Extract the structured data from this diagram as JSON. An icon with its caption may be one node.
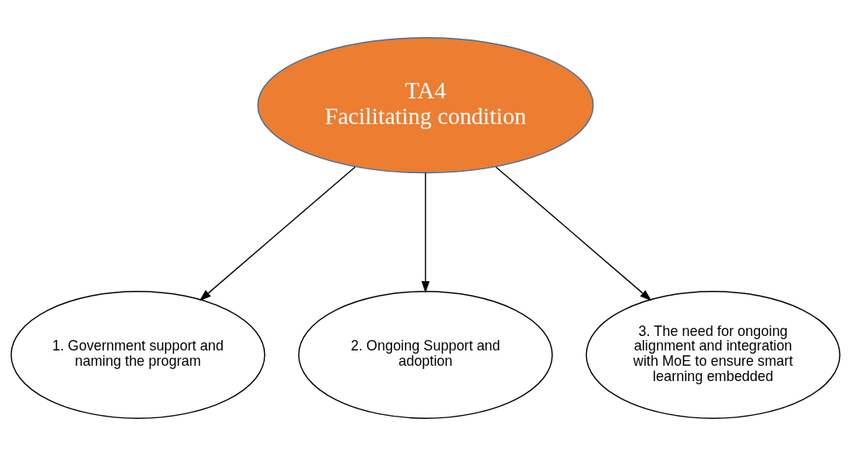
{
  "diagram": {
    "nodes": [
      {
        "text": [
          "TA4",
          "Facilitating condition"
        ]
      },
      {
        "text": [
          "1. Government support and naming the program"
        ]
      },
      {
        "text": [
          "2. Ongoing Support and adoption"
        ]
      },
      {
        "text": [
          "3. The need for ongoing alignment and integration with MoE to ensure smart learning embedded"
        ]
      }
    ],
    "edges": [
      {
        "from": 0,
        "to": 1,
        "arrow": "to"
      },
      {
        "from": 0,
        "to": 2,
        "arrow": "to"
      },
      {
        "from": 0,
        "to": 3,
        "arrow": "to"
      }
    ]
  }
}
